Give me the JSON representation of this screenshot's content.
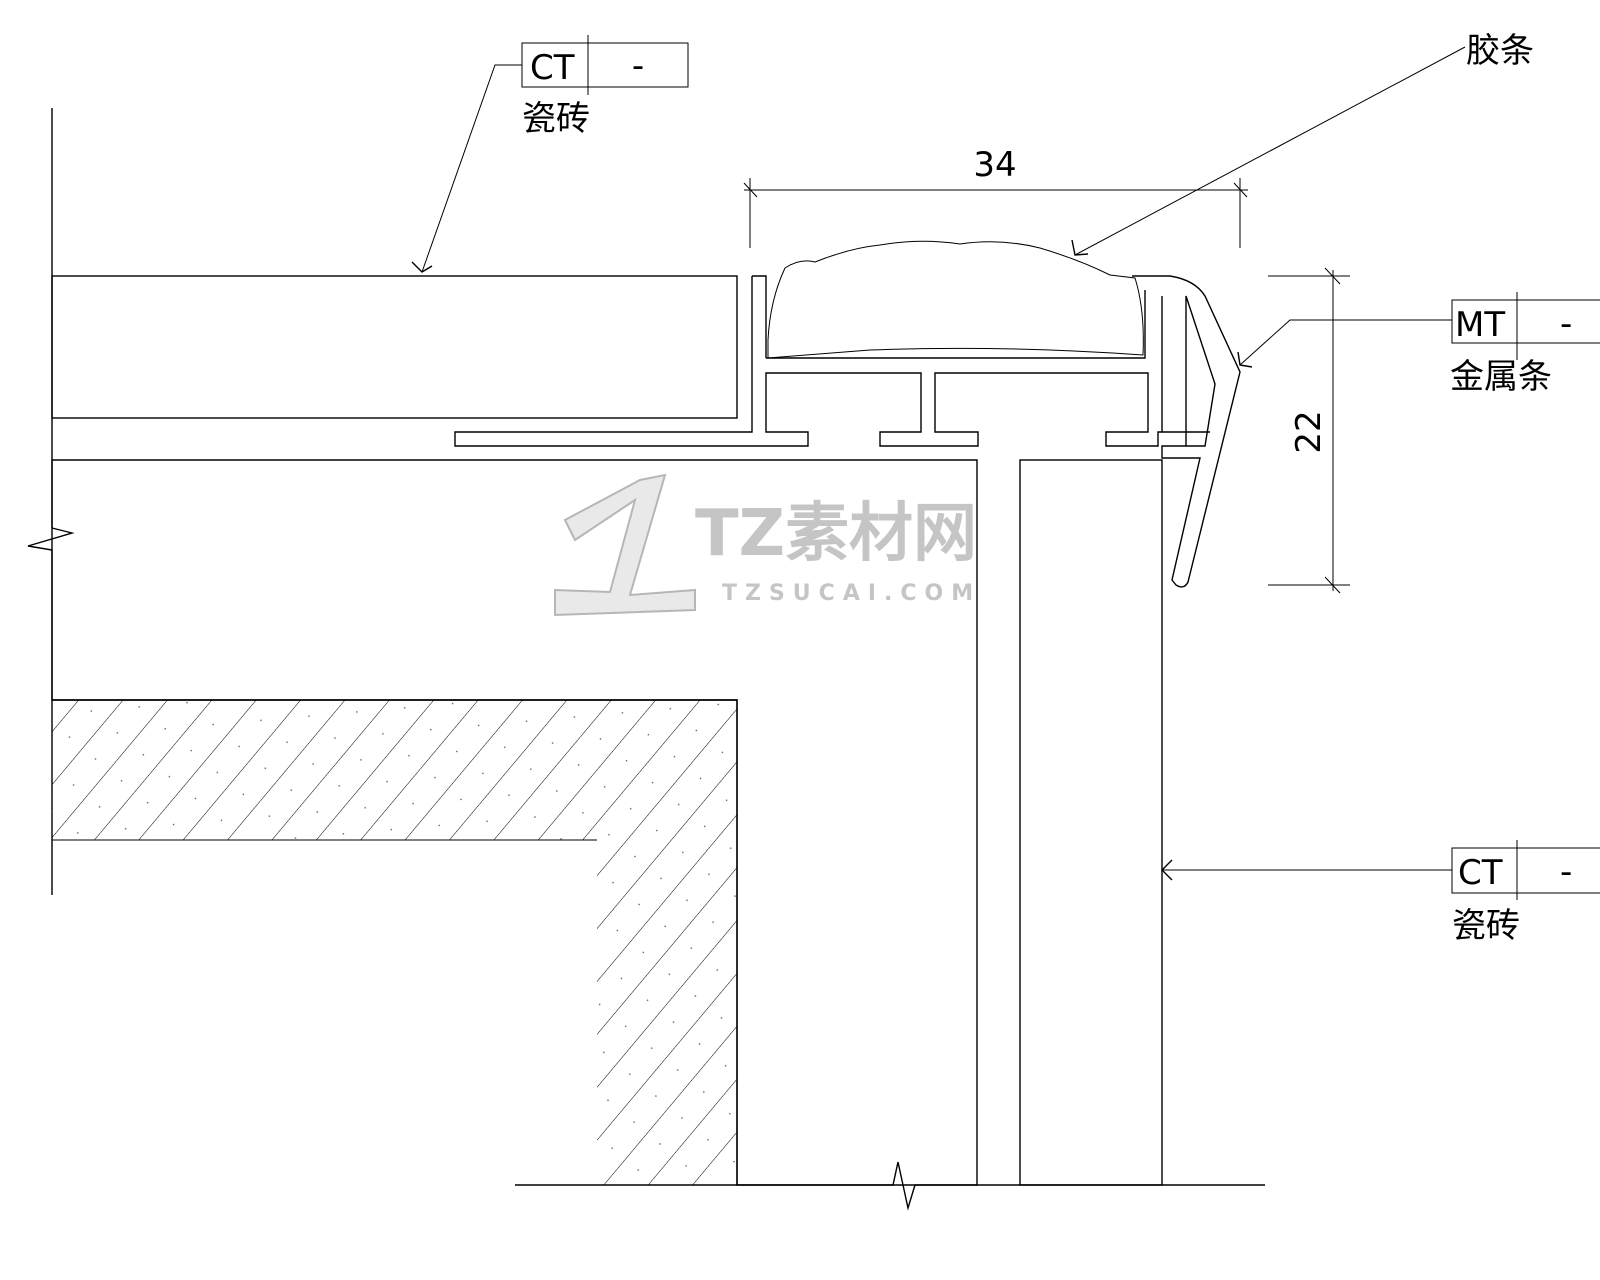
{
  "drawing": {
    "dimensions": {
      "width_label": "34",
      "height_label": "22"
    },
    "callouts": {
      "tile_top": {
        "code": "CT",
        "suffix": "-",
        "name": "瓷砖"
      },
      "rubber_strip": {
        "name": "胶条"
      },
      "metal_strip": {
        "code": "MT",
        "suffix": "-",
        "name": "金属条"
      },
      "tile_right": {
        "code": "CT",
        "suffix": "-",
        "name": "瓷砖"
      }
    },
    "watermark": {
      "brand": "TZ素材网",
      "url": "TZSUCAI.COM"
    }
  }
}
